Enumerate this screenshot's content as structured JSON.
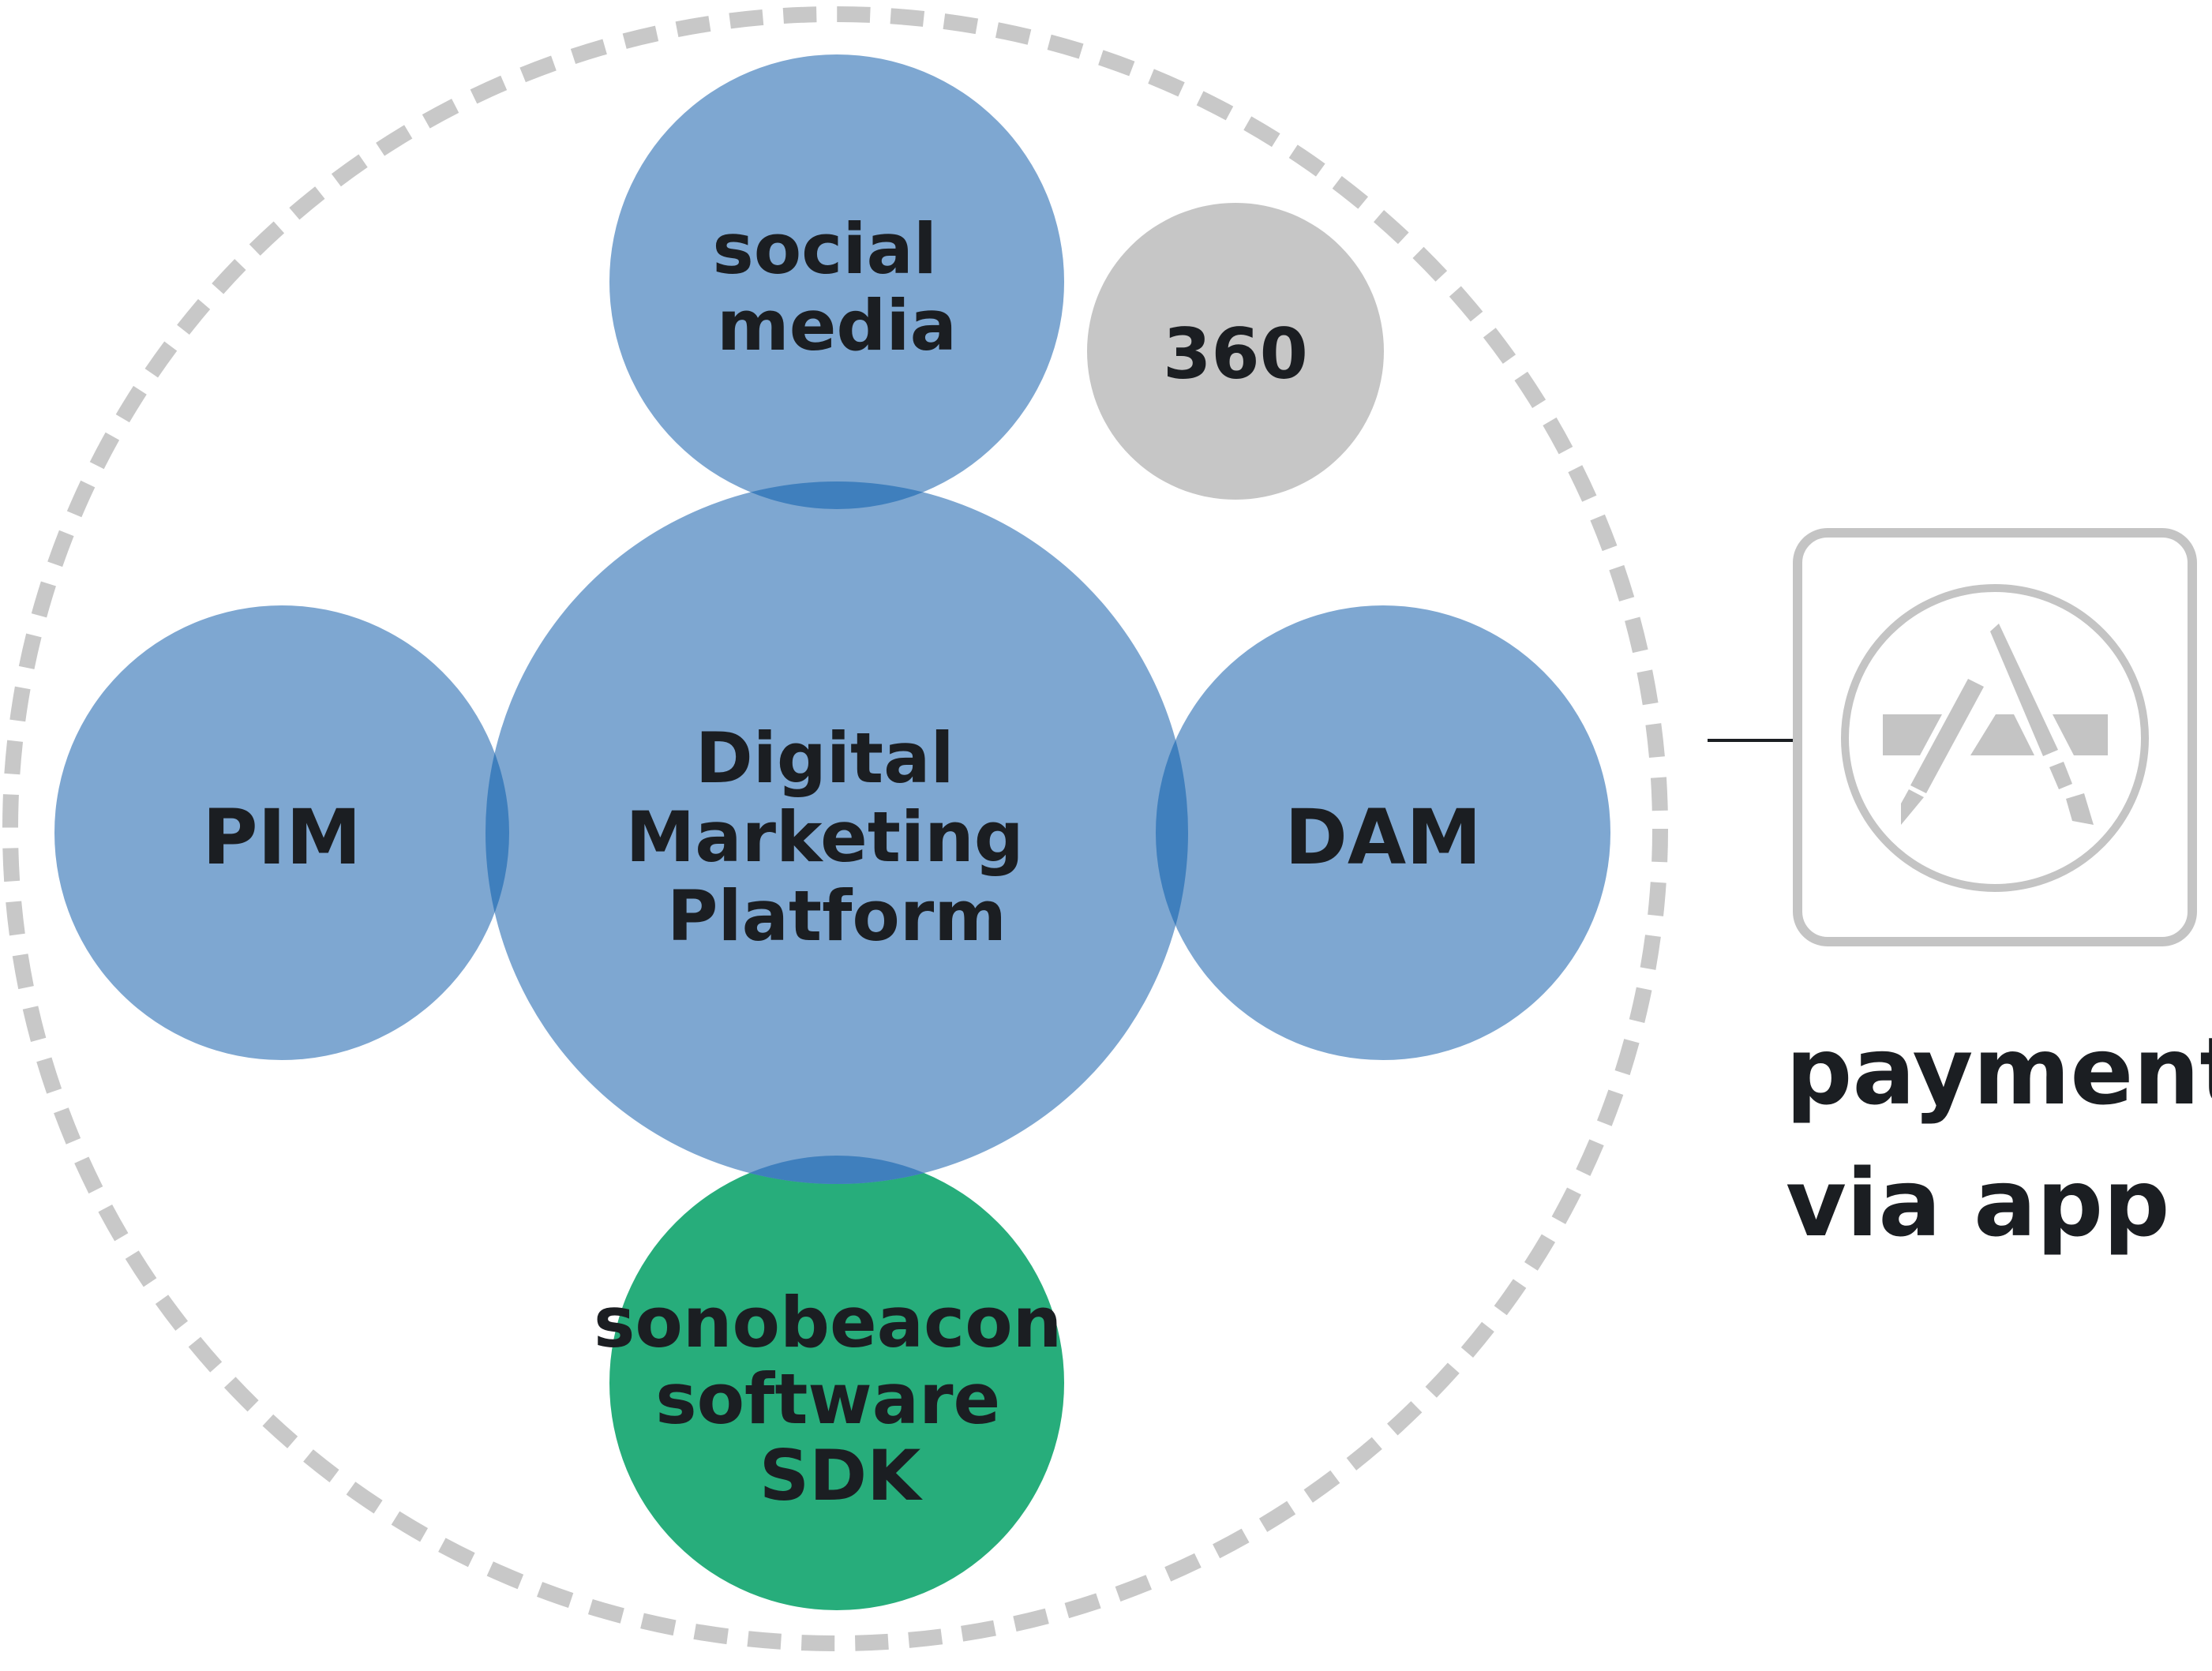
{
  "nodes": {
    "social_media": {
      "lines": [
        "social",
        "media"
      ]
    },
    "three_sixty": {
      "lines": [
        "360"
      ]
    },
    "pim": {
      "lines": [
        "PIM"
      ]
    },
    "platform": {
      "lines": [
        "Digital",
        "Marketing",
        "Platform"
      ]
    },
    "dam": {
      "lines": [
        "DAM"
      ]
    },
    "sonobeacon": {
      "lines": [
        "sonobeacon",
        "software",
        "SDK"
      ]
    }
  },
  "payment": {
    "lines": [
      "payment",
      "via app"
    ],
    "icon": "app-store-icon"
  },
  "colors": {
    "blue_circle": "#7ea7d1",
    "blue_overlap": "#3f7fbd",
    "green_circle": "#27ad7b",
    "gray_circle": "#c6c6c6",
    "dashed_boundary": "#c8c8c8",
    "icon_gray": "#c4c4c4",
    "text": "#1b1e22"
  }
}
